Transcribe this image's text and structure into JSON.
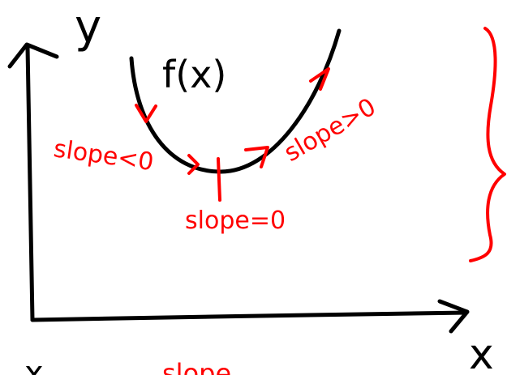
{
  "diagram": {
    "axis_y_label": "y",
    "axis_x_label": "x",
    "function_label": "f(x)",
    "slope_negative": "slope<0",
    "slope_zero": "slope=0",
    "slope_positive": "slope>0",
    "cut_off_bottom_left": "x",
    "cut_off_bottom_red": "slope"
  },
  "colors": {
    "ink": "#000000",
    "annotation": "#ff0000",
    "background": "#ffffff"
  }
}
